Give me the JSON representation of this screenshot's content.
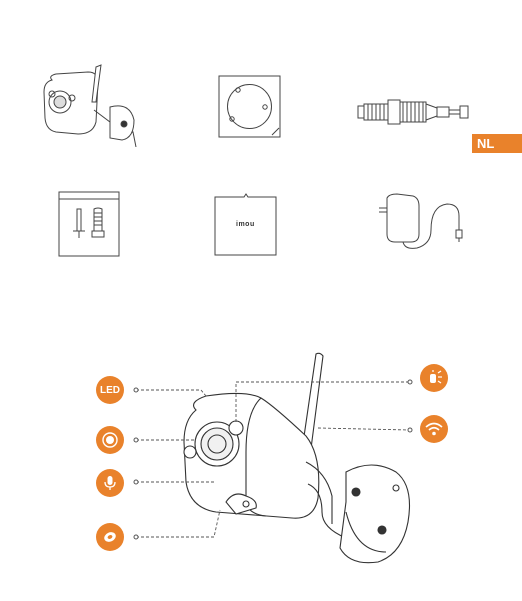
{
  "language_tab": {
    "label": "NL",
    "color": "#E9822B"
  },
  "package_contents": [
    {
      "name": "camera",
      "icon": "camera-icon"
    },
    {
      "name": "mounting-template",
      "icon": "template-icon"
    },
    {
      "name": "waterproof-connector",
      "icon": "connector-icon"
    },
    {
      "name": "screws-and-anchors",
      "icon": "screws-icon"
    },
    {
      "name": "quick-start-guide",
      "icon": "guide-icon",
      "brand_text": "imou"
    },
    {
      "name": "power-adapter",
      "icon": "power-adapter-icon"
    }
  ],
  "diagram": {
    "callouts": [
      {
        "name": "led",
        "label": "LED",
        "icon": "led-icon"
      },
      {
        "name": "lens",
        "icon": "lens-icon"
      },
      {
        "name": "microphone",
        "icon": "microphone-icon"
      },
      {
        "name": "light-sensor",
        "icon": "light-sensor-icon"
      },
      {
        "name": "spotlight",
        "icon": "spotlight-icon"
      },
      {
        "name": "antenna",
        "icon": "wifi-icon"
      }
    ]
  }
}
